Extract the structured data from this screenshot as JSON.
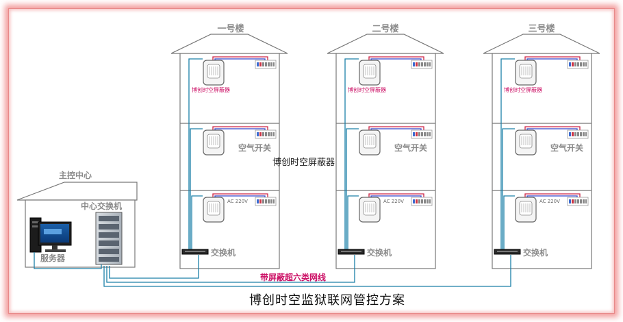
{
  "title": "博创时空监狱联网管控方案",
  "center": {
    "name": "主控中心",
    "switch_label": "中心交换机",
    "server_label": "服务器"
  },
  "buildings": [
    {
      "name": "一号楼",
      "shield_label": "博创时空屏蔽器",
      "breaker_label": "空气开关",
      "ac_label": "AC 220V",
      "switch_label": "交换机"
    },
    {
      "name": "二号楼",
      "shield_label": "博创时空屏蔽器",
      "breaker_label": "空气开关",
      "ac_label": "AC 220V",
      "switch_label": "交换机"
    },
    {
      "name": "三号楼",
      "shield_label": "博创时空屏蔽器",
      "breaker_label": "空气开关",
      "ac_label": "AC 220V",
      "switch_label": "交换机"
    }
  ],
  "middle_label": "博创时空屏蔽器",
  "cable_label": "带屏蔽超六类网线",
  "colors": {
    "frame_glow": "#f08c8c",
    "cable": "#1a7fa8",
    "power_red": "#cc2244",
    "power_blue": "#3344cc",
    "accent_label": "#cc1166",
    "gray_text": "#8a8a8a"
  }
}
